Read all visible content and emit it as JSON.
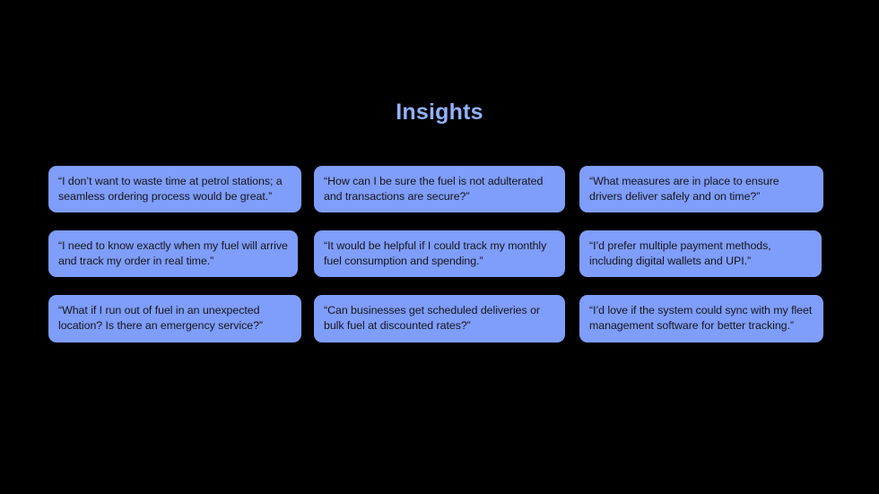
{
  "slide": {
    "title": "Insights",
    "background_color": "#000000",
    "title_color": "#93B1FC",
    "card_color": "#7F9DFA",
    "card_text_color": "#15161A"
  },
  "insights": [
    {
      "id": "convenience-ordering",
      "quote": "“I don’t want to waste time at petrol stations; a seamless ordering process would be great.”"
    },
    {
      "id": "fuel-quality-security",
      "quote": "“How can I be sure the fuel is not adulterated and transactions are secure?”"
    },
    {
      "id": "driver-safety",
      "quote": "“What measures are in place to ensure drivers deliver safely and on time?”"
    },
    {
      "id": "realtime-tracking",
      "quote": "“I need to know exactly when my fuel will arrive and track my order in real time.”"
    },
    {
      "id": "consumption-tracking",
      "quote": "“It would be helpful if I could track my monthly fuel consumption and spending.”"
    },
    {
      "id": "payment-methods",
      "quote": "“I’d prefer multiple payment methods, including digital wallets and UPI.”"
    },
    {
      "id": "emergency-service",
      "quote": "“What if I run out of fuel in an unexpected location? Is there an emergency service?”"
    },
    {
      "id": "bulk-scheduled-delivery",
      "quote": " “Can businesses get scheduled deliveries or bulk fuel at discounted rates?”"
    },
    {
      "id": "fleet-software-sync",
      "quote": "“I’d love if the system could sync with my fleet management software for better tracking.”"
    }
  ]
}
